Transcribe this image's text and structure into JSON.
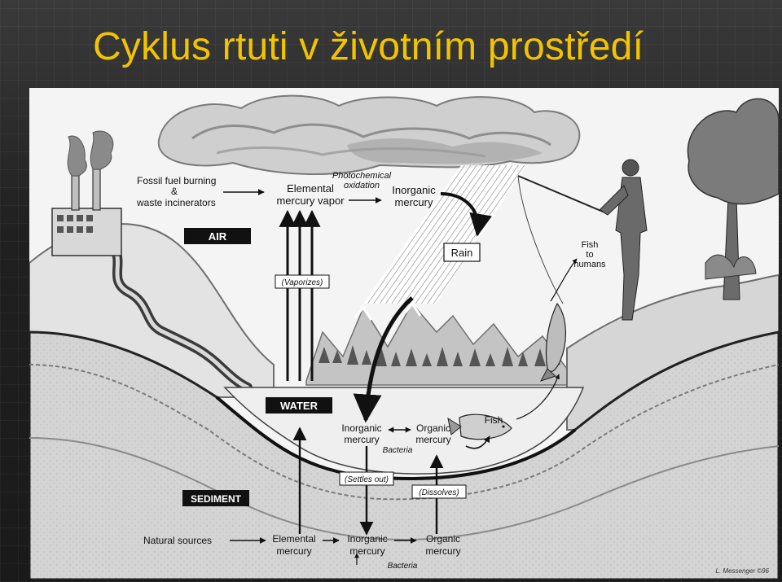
{
  "slide": {
    "title": "Cyklus rtuti v životním prostředí"
  },
  "diagram": {
    "sources": {
      "fossil_fuel_line1": "Fossil fuel burning",
      "fossil_fuel_line2": "&",
      "fossil_fuel_line3": "waste incinerators"
    },
    "air": {
      "zone_label": "AIR",
      "elemental_vapor_line1": "Elemental",
      "elemental_vapor_line2": "mercury vapor",
      "photochemical_line1": "Photochemical",
      "photochemical_line2": "oxidation",
      "inorganic_line1": "Inorganic",
      "inorganic_line2": "mercury",
      "rain": "Rain",
      "vaporizes": "(Vaporizes)",
      "fish_to_humans_line1": "Fish",
      "fish_to_humans_line2": "to",
      "fish_to_humans_line3": "humans"
    },
    "water": {
      "zone_label": "WATER",
      "inorganic_line1": "Inorganic",
      "inorganic_line2": "mercury",
      "organic_line1": "Organic",
      "organic_line2": "mercury",
      "bacteria": "Bacteria",
      "fish": "Fish",
      "settles_out": "(Settles out)",
      "dissolves": "(Dissolves)"
    },
    "sediment": {
      "zone_label": "SEDIMENT",
      "natural_sources": "Natural sources",
      "elemental_line1": "Elemental",
      "elemental_line2": "mercury",
      "inorganic_line1": "Inorganic",
      "inorganic_line2": "mercury",
      "organic_line1": "Organic",
      "organic_line2": "mercury",
      "bacteria": "Bacteria"
    },
    "credit": "L. Messenger ©96"
  }
}
